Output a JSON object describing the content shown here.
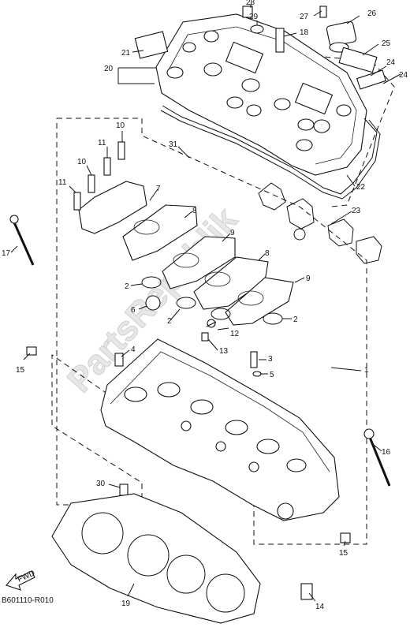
{
  "diagram": {
    "watermark": "PartsRepublik",
    "drawing_code": "B601110-R010",
    "fwd_label": "FWD",
    "part_labels": [
      "28",
      "29",
      "27",
      "26",
      "18",
      "25",
      "21",
      "20",
      "24",
      "24",
      "22",
      "23",
      "31",
      "10",
      "11",
      "10",
      "11",
      "7",
      "8",
      "9",
      "17",
      "8",
      "9",
      "2",
      "6",
      "2",
      "12",
      "3",
      "5",
      "4",
      "13",
      "2",
      "1",
      "15",
      "16",
      "30",
      "15",
      "19",
      "14"
    ]
  }
}
